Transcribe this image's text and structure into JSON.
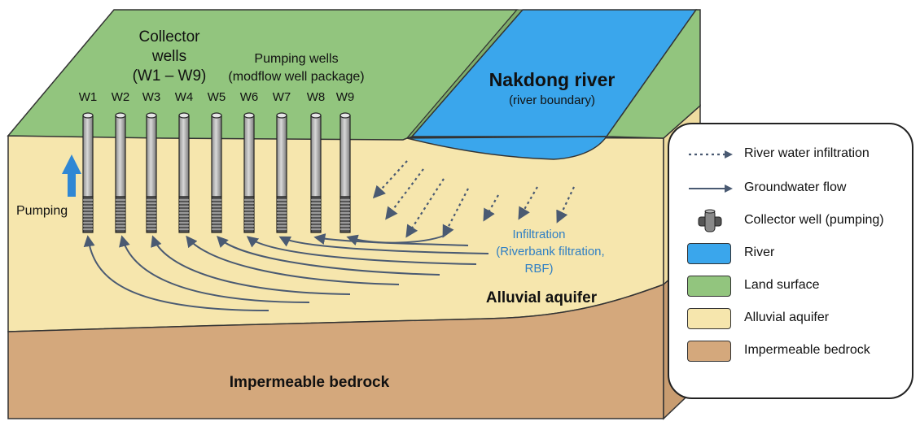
{
  "labels": {
    "collector_line1": "Collector",
    "collector_line2": "wells",
    "collector_line3": "(W1 – W9)",
    "pumping_line1": "Pumping wells",
    "pumping_line2": "(modflow well package)",
    "river_title": "Nakdong river",
    "river_sub": "(river boundary)",
    "pumping": "Pumping",
    "infiltration_line1": "Infiltration",
    "infiltration_line2": "(Riverbank filtration,",
    "infiltration_line3": "RBF)",
    "aquifer": "Alluvial aquifer",
    "bedrock": "Impermeable bedrock"
  },
  "wells": [
    "W1",
    "W2",
    "W3",
    "W4",
    "W5",
    "W6",
    "W7",
    "W8",
    "W9"
  ],
  "legend": [
    {
      "label": "River water infiltration",
      "symbol": "dotted-arrow"
    },
    {
      "label": "Groundwater flow",
      "symbol": "solid-arrow"
    },
    {
      "label": "Collector well (pumping)",
      "symbol": "well-icon"
    },
    {
      "label": "River",
      "symbol": "swatch",
      "color": "#3aa6ec"
    },
    {
      "label": "Land surface",
      "symbol": "swatch",
      "color": "#92c57e"
    },
    {
      "label": "Alluvial aquifer",
      "symbol": "swatch",
      "color": "#f6e6ad"
    },
    {
      "label": "Impermeable bedrock",
      "symbol": "swatch",
      "color": "#d4a87c"
    }
  ],
  "colors": {
    "land": "#92c57e",
    "river": "#3aa6ec",
    "aquifer": "#f6e6ad",
    "aquifer_side": "#efdca0",
    "bedrock": "#d4a87c",
    "bedrock_side": "#c89c70",
    "flow": "#4a5a72",
    "pump_arrow": "#2f87d4"
  }
}
